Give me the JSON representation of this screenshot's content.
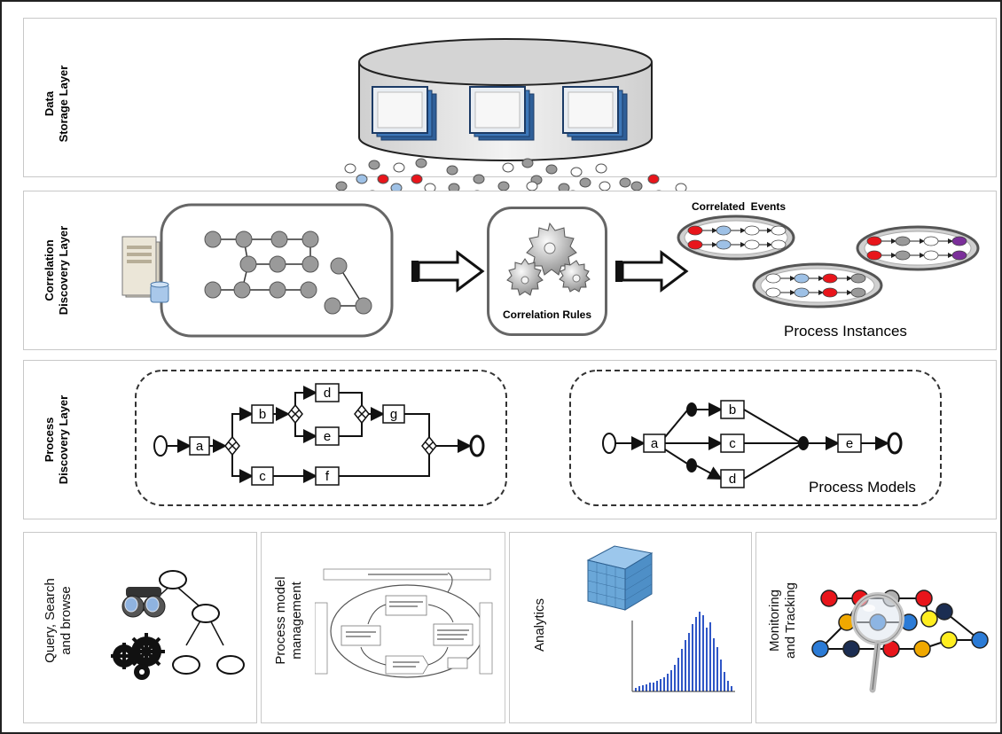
{
  "layers": {
    "storage": {
      "line1": "Data",
      "line2": "Storage Layer"
    },
    "correlation": {
      "line1": "Correlation",
      "line2": "Discovery Layer"
    },
    "process": {
      "line1": "Process",
      "line2": "Discovery Layer"
    }
  },
  "correlation_layer": {
    "rules_label": "Correlation Rules",
    "correlated_events_label": "Correlated  Events",
    "process_instances_label": "Process Instances"
  },
  "process_layer": {
    "left_model_nodes": [
      "a",
      "b",
      "c",
      "d",
      "e",
      "f",
      "g"
    ],
    "right_model_nodes": [
      "a",
      "b",
      "c",
      "d",
      "e"
    ],
    "process_models_label": "Process Models"
  },
  "applications": {
    "query": {
      "line1": "Query, Search",
      "line2": "and browse"
    },
    "process_model_mgmt": {
      "line1": "Process model",
      "line2": "management"
    },
    "analytics": {
      "label": "Analytics"
    },
    "monitoring": {
      "line1": "Monitoring",
      "line2": "and Tracking"
    }
  },
  "colors": {
    "event_red": "#e8151b",
    "event_gray": "#9a9a9a",
    "event_blue": "#9ec1e6",
    "event_white": "#ffffff",
    "event_purple": "#7b2f9a",
    "cube_blue": "#6aa7d8",
    "histogram_blue": "#2f56c6"
  },
  "icons": [
    "database-cylinder-icon",
    "server-icon",
    "gears-icon",
    "binoculars-icon",
    "magnifier-icon",
    "arrow-right-icon"
  ]
}
